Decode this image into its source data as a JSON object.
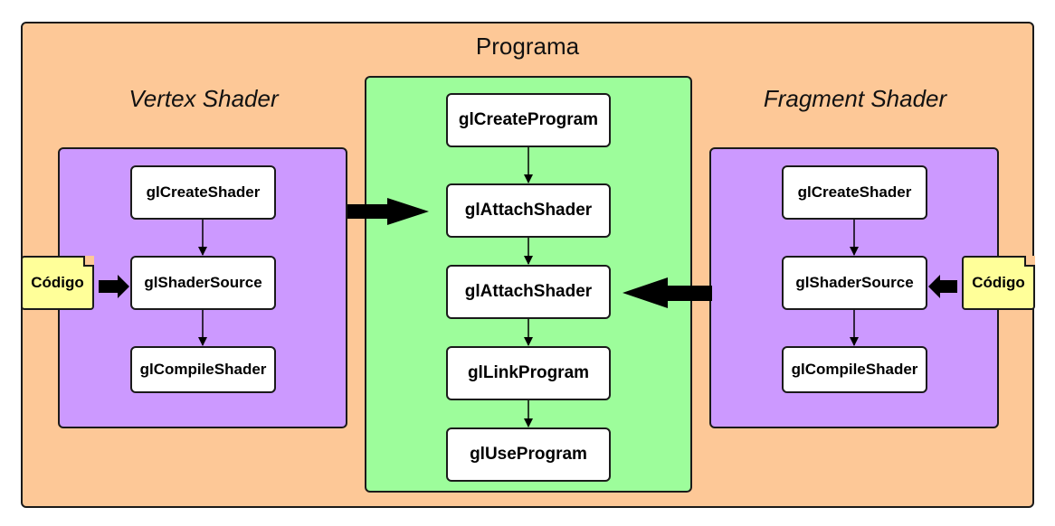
{
  "program": {
    "title": "Programa",
    "steps": [
      "glCreateProgram",
      "glAttachShader",
      "glAttachShader",
      "glLinkProgram",
      "glUseProgram"
    ]
  },
  "vertex": {
    "title": "Vertex Shader",
    "steps": [
      "glCreateShader",
      "glShaderSource",
      "glCompileShader"
    ],
    "note": "Código"
  },
  "fragment": {
    "title": "Fragment Shader",
    "steps": [
      "glCreateShader",
      "glShaderSource",
      "glCompileShader"
    ],
    "note": "Código"
  },
  "colors": {
    "program_bg": "#fdc897",
    "shader_bg": "#cc99ff",
    "pipeline_bg": "#9dfd9b",
    "note_bg": "#ffff99"
  }
}
